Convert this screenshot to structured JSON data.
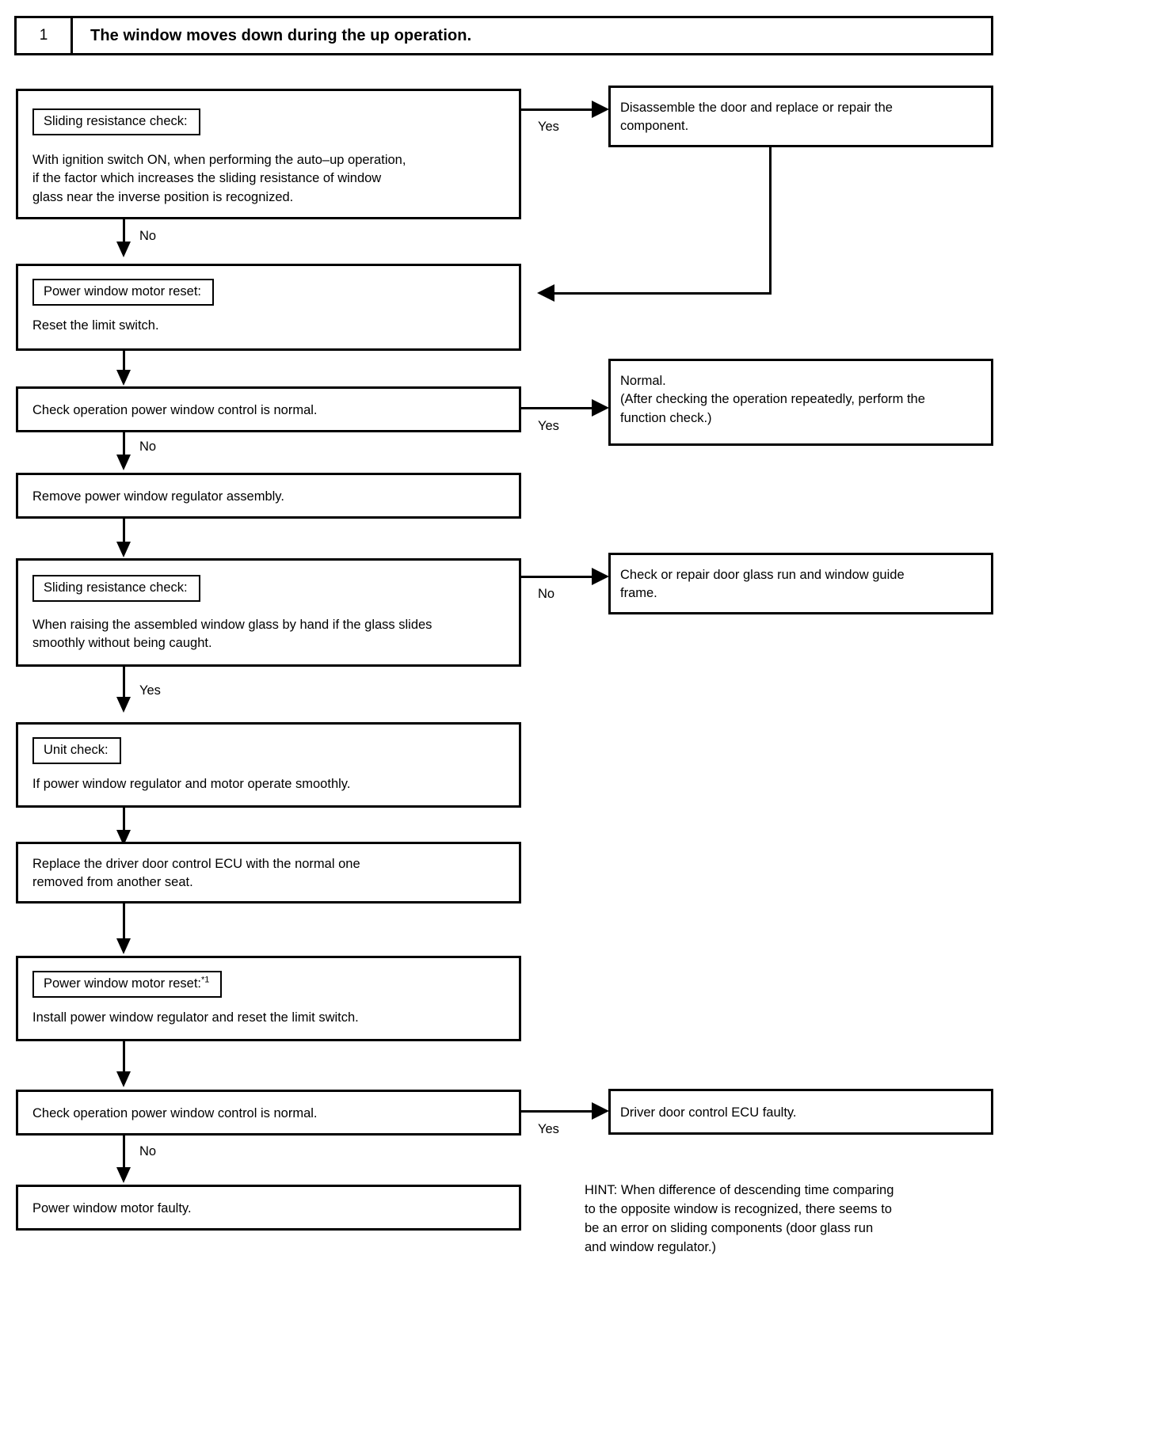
{
  "header": {
    "number": "1",
    "title": "The window moves down during the up operation."
  },
  "boxes": {
    "sliding_check_1": {
      "label": "Sliding  resistance check:",
      "text": "With ignition switch ON, when performing the auto–up operation,\nif the factor which increases the sliding resistance of window\nglass near the inverse position is recognized."
    },
    "disassemble_door": {
      "text": "Disassemble the door and replace or repair the\ncomponent."
    },
    "motor_reset_1": {
      "label": "Power window motor reset:",
      "text": "Reset the limit switch."
    },
    "check_operation_1": {
      "text": "Check operation power window control is normal."
    },
    "normal_result": {
      "text": "Normal.\n(After checking the operation repeatedly, perform the\nfunction check.)"
    },
    "remove_regulator": {
      "text": "Remove power window regulator assembly."
    },
    "sliding_check_2": {
      "label": "Sliding  resistance check:",
      "text": "When raising the assembled window glass by hand if the glass slides\nsmoothly without being caught."
    },
    "check_door_glass_run": {
      "text": "Check or repair door glass run and window guide\nframe."
    },
    "unit_check": {
      "label": "Unit check:",
      "text": "If power window regulator and motor operate smoothly."
    },
    "replace_ecu": {
      "text": "Replace the driver door control ECU with the normal one\nremoved from another seat."
    },
    "motor_reset_2": {
      "label": "Power window motor reset:",
      "label_sup": "*1",
      "text": "Install power window regulator and reset the limit switch."
    },
    "check_operation_2": {
      "text": "Check operation power window control is normal."
    },
    "ecu_faulty": {
      "text": "Driver door control ECU faulty."
    },
    "motor_faulty": {
      "text": "Power window motor faulty."
    }
  },
  "edge_labels": {
    "yes_1": "Yes",
    "no_1": "No",
    "yes_2": "Yes",
    "no_2": "No",
    "no_3": "No",
    "yes_3": "Yes",
    "yes_4": "Yes",
    "no_4": "No"
  },
  "hint": {
    "text": "HINT: When difference of descending time comparing\nto the opposite window is recognized, there seems to\nbe an error on sliding components (door glass run\nand window regulator.)"
  },
  "colors": {
    "ink": "#000000",
    "paper": "#ffffff"
  }
}
